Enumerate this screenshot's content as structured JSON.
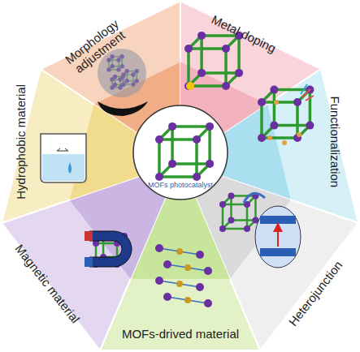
{
  "diagram": {
    "nodes": [
      {
        "text": [
          "Morphology adjustment"
        ]
      },
      {
        "text": [
          "Metal doping"
        ]
      },
      {
        "text": [
          "Functionalization"
        ]
      },
      {
        "text": [
          "Heterojunction"
        ]
      },
      {
        "text": [
          "MOFs-drived material"
        ]
      },
      {
        "text": [
          "Magnetic material"
        ]
      },
      {
        "text": [
          "Hydrophobic material"
        ]
      },
      {
        "text": [
          "MOFs photocatalyst"
        ]
      }
    ]
  }
}
